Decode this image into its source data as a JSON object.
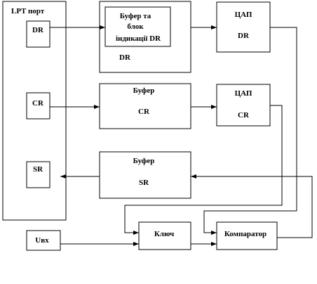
{
  "blocks": {
    "lpt_port": {
      "title": "LPT порт"
    },
    "dr_register": {
      "label": "DR"
    },
    "cr_register": {
      "label": "CR"
    },
    "sr_register": {
      "label": "SR"
    },
    "buffer_dr": {
      "line1": "Буфер та",
      "line2": "блок",
      "line3": "індикації DR",
      "outer_label": "DR"
    },
    "dac_dr": {
      "line1": "ЦАП",
      "line2": "DR"
    },
    "buffer_cr": {
      "line1": "Буфер",
      "line2": "CR"
    },
    "dac_cr": {
      "line1": "ЦАП",
      "line2": "CR"
    },
    "buffer_sr": {
      "line1": "Буфер",
      "line2": "SR"
    },
    "u_input": {
      "label": "Uвх"
    },
    "switch": {
      "label": "Ключ"
    },
    "comparator": {
      "label": "Компаратор"
    }
  },
  "colors": {
    "stroke": "#000000",
    "background": "#ffffff"
  }
}
